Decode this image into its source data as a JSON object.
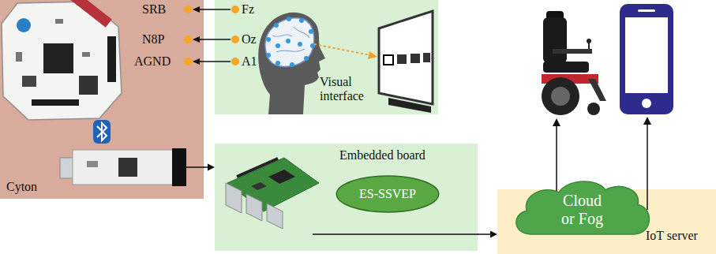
{
  "diagram": {
    "nodes": [
      {
        "text": [
          "Cyton"
        ]
      },
      {
        "text": [
          "Visual interface"
        ]
      },
      {
        "text": [
          "Embedded board"
        ]
      },
      {
        "text": [
          "ES-SSVEP"
        ],
        "in": 2
      },
      {
        "text": [
          "IoT server"
        ]
      },
      {
        "text": [
          "Cloud or Fog"
        ],
        "in": 4
      }
    ],
    "edges": [
      {
        "from": 0,
        "to": 2,
        "arrow": "to"
      },
      {
        "from": 2,
        "to": 4,
        "arrow": "to"
      }
    ],
    "labels": [
      "SRB",
      "N8P",
      "AGND",
      "Fz",
      "Oz",
      "A1"
    ]
  }
}
